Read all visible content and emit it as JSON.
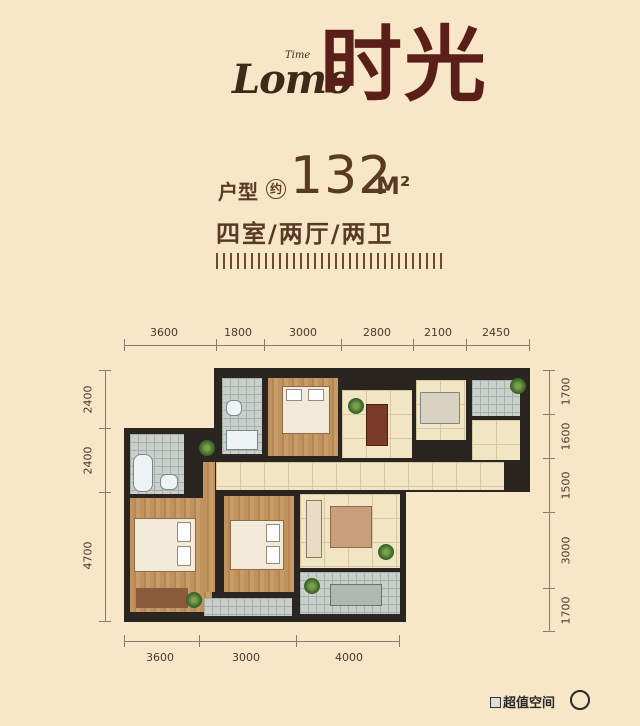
{
  "logo": {
    "script_text": "Lomo",
    "superscript": "Time",
    "chinese_text": "时光"
  },
  "unit_info": {
    "type_label": "户型",
    "approx_mark": "约",
    "area_value": "132",
    "area_unit": "M²",
    "rooms": "四室/两厅/两卫"
  },
  "dimensions": {
    "top": [
      "3600",
      "1800",
      "3000",
      "2800",
      "2100",
      "2450"
    ],
    "bottom": [
      "3600",
      "3000",
      "4000"
    ],
    "left": [
      "2400",
      "2400",
      "4700"
    ],
    "right": [
      "1700",
      "1600",
      "1500",
      "3000",
      "1700"
    ]
  },
  "footer": {
    "brand": "超值空间"
  },
  "colors": {
    "background": "#f7e6c8",
    "accent": "#5b1f1a",
    "wall": "#2a2520"
  }
}
